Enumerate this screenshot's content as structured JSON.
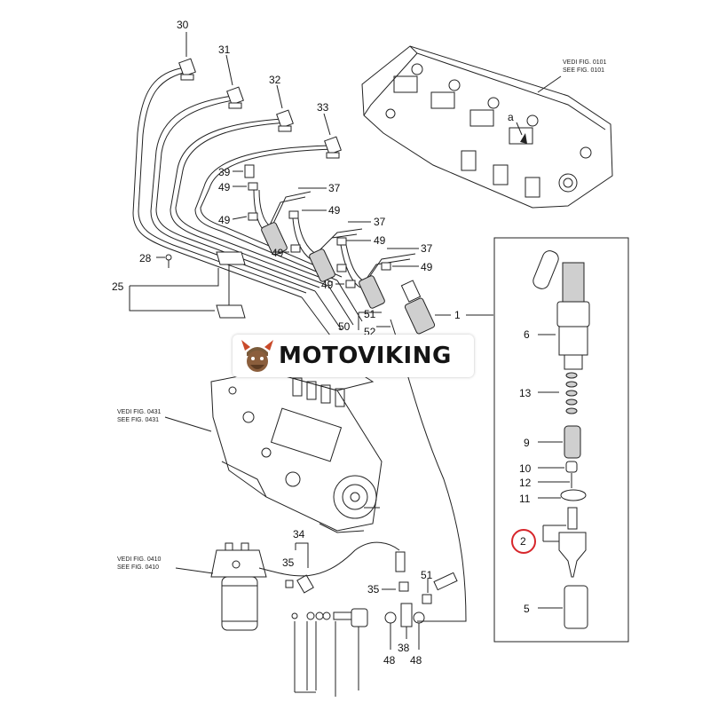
{
  "brand": {
    "name": "MOTOVIKING"
  },
  "references": {
    "head": {
      "it": "VEDI FIG. 0101",
      "en": "SEE FIG. 0101",
      "callout": "a"
    },
    "pump": {
      "it": "VEDI FIG. 0431",
      "en": "SEE FIG. 0431"
    },
    "filter": {
      "it": "VEDI FIG. 0410",
      "en": "SEE FIG. 0410"
    }
  },
  "callouts": {
    "c30": "30",
    "c31": "31",
    "c32": "32",
    "c33": "33",
    "c39": "39",
    "c37a": "37",
    "c37b": "37",
    "c37c": "37",
    "c49a": "49",
    "c49b": "49",
    "c49c": "49",
    "c49d": "49",
    "c49e": "49",
    "c49f": "49",
    "c49g": "49",
    "c28": "28",
    "c25": "25",
    "c51a": "51",
    "c50": "50",
    "c52": "52",
    "c1": "1",
    "c6": "6",
    "c13": "13",
    "c9": "9",
    "c10": "10",
    "c12": "12",
    "c11": "11",
    "c2": "2",
    "c5": "5",
    "c34": "34",
    "c35a": "35",
    "c35b": "35",
    "c51b": "51",
    "c38": "38",
    "c48a": "48",
    "c48b": "48"
  },
  "highlight": {
    "color": "#d7262b",
    "part": "2"
  },
  "colors": {
    "line": "#222222",
    "background": "#ffffff"
  }
}
